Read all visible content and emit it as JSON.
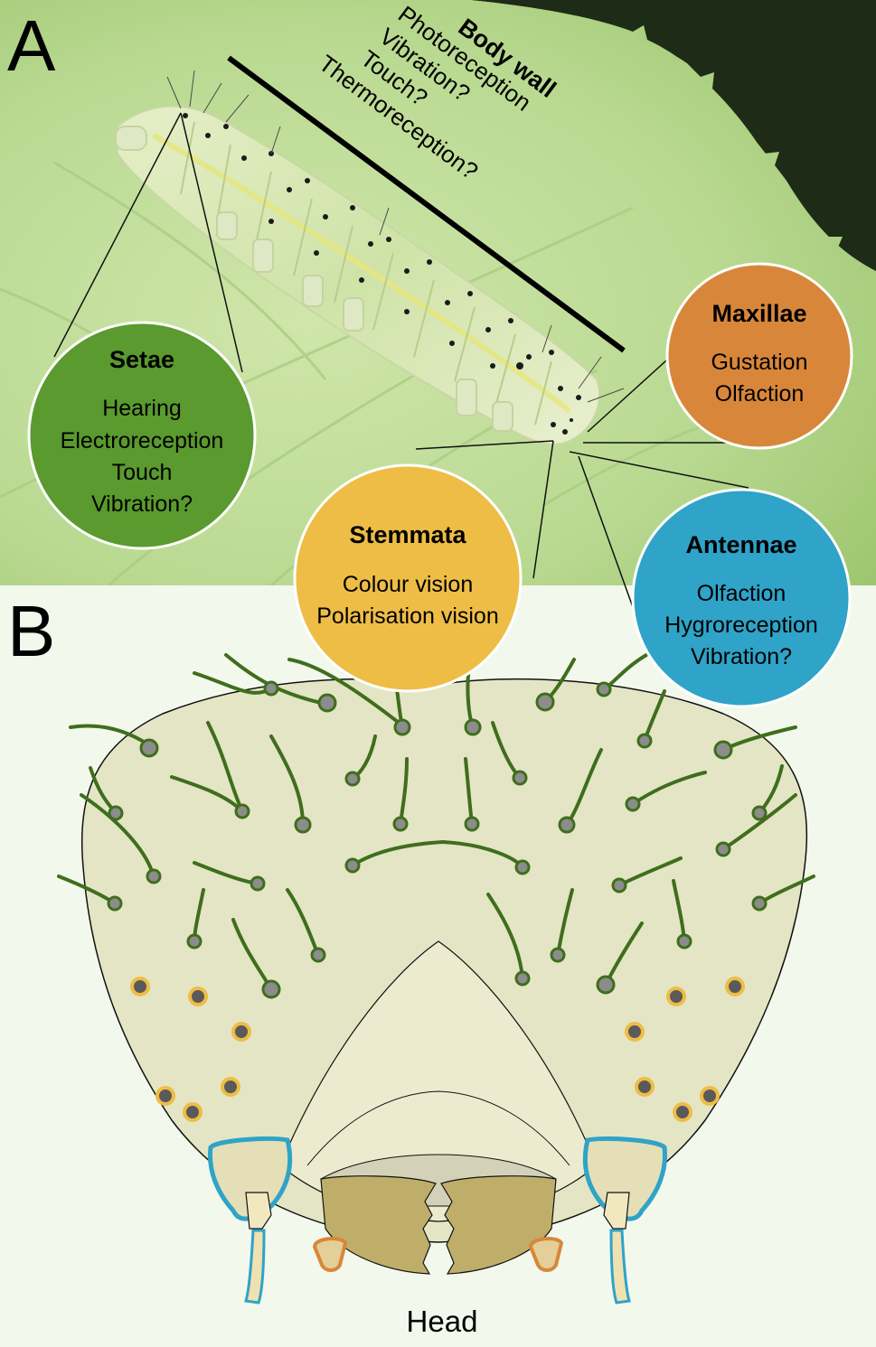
{
  "panels": {
    "a": "A",
    "b": "B"
  },
  "body_wall": {
    "title": "Body wall",
    "senses": [
      "Photoreception",
      "Vibration?",
      "Touch?",
      "Thermoreception?"
    ]
  },
  "setae": {
    "title": "Setae",
    "senses": [
      "Hearing",
      "Electroreception",
      "Touch",
      "Vibration?"
    ],
    "color": "#5a9a2e"
  },
  "stemmata": {
    "title": "Stemmata",
    "senses": [
      "Colour vision",
      "Polarisation vision"
    ],
    "color": "#eebd46"
  },
  "antennae": {
    "title": "Antennae",
    "senses": [
      "Olfaction",
      "Hygroreception",
      "Vibration?"
    ],
    "color": "#2fa3c8"
  },
  "maxillae": {
    "title": "Maxillae",
    "senses": [
      "Gustation",
      "Olfaction"
    ],
    "color": "#d8873a"
  },
  "head_label": "Head"
}
